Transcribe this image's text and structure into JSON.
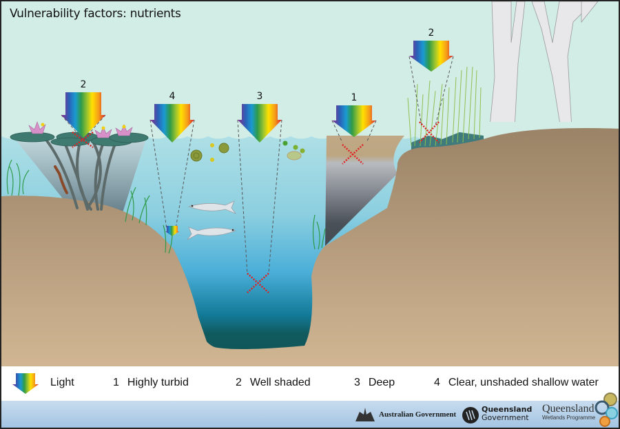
{
  "title": "Vulnerability factors: nutrients",
  "arrow_labels": [
    {
      "id": "lily",
      "label": "2"
    },
    {
      "id": "clear",
      "label": "4"
    },
    {
      "id": "deep",
      "label": "3"
    },
    {
      "id": "turbid",
      "label": "1"
    },
    {
      "id": "reeds",
      "label": "2"
    }
  ],
  "legend": {
    "light_label": "Light",
    "items": [
      {
        "num": "1",
        "text": "Highly turbid"
      },
      {
        "num": "2",
        "text": "Well shaded"
      },
      {
        "num": "3",
        "text": "Deep"
      },
      {
        "num": "4",
        "text": "Clear, unshaded shallow water"
      }
    ]
  },
  "footer": {
    "aus_gov": "Australian Government",
    "qld_gov_line1": "Queensland",
    "qld_gov_line2": "Government",
    "wetlands_line1": "Queensland",
    "wetlands_line2": "Wetlands Programme"
  },
  "colors": {
    "sky": "#d2ece6",
    "soil_dark": "#9c8468",
    "soil_light": "#d0b592",
    "deep_water": "#10555a",
    "blocked_x": "#e02020"
  }
}
